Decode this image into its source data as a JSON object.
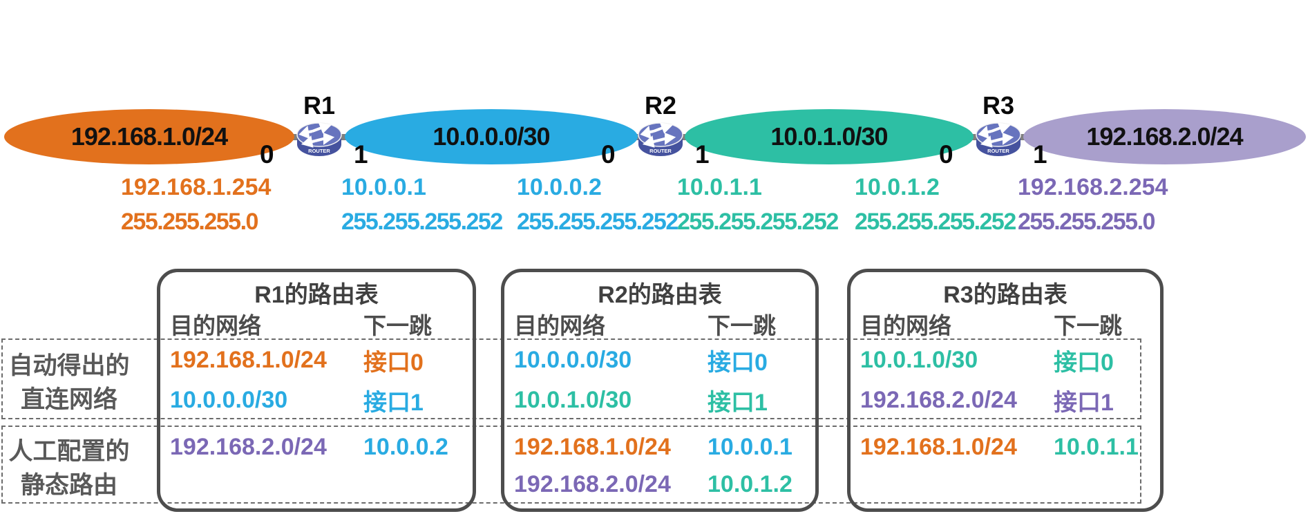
{
  "colors": {
    "orange": "#E2711D",
    "blue": "#29ABE2",
    "teal": "#2DBFA4",
    "purple": "#7B68B5",
    "purple_fill": "#A99FCC",
    "black": "#111111",
    "gray": "#595959"
  },
  "topology": {
    "networks": [
      {
        "label": "192.168.1.0/24",
        "fill": "orange"
      },
      {
        "label": "10.0.0.0/30",
        "fill": "blue"
      },
      {
        "label": "10.0.1.0/30",
        "fill": "teal"
      },
      {
        "label": "192.168.2.0/24",
        "fill": "purple_fill"
      }
    ],
    "routers": [
      {
        "name": "R1",
        "left_if": "0",
        "right_if": "1",
        "icon_label": "ROUTER"
      },
      {
        "name": "R2",
        "left_if": "0",
        "right_if": "1",
        "icon_label": "ROUTER"
      },
      {
        "name": "R3",
        "left_if": "0",
        "right_if": "1",
        "icon_label": "ROUTER"
      }
    ],
    "addresses": [
      {
        "ip": "192.168.1.254",
        "mask": "255.255.255.0",
        "color": "orange"
      },
      {
        "ip": "10.0.0.1",
        "mask": "255.255.255.252",
        "color": "blue"
      },
      {
        "ip": "10.0.0.2",
        "mask": "255.255.255.252",
        "color": "blue"
      },
      {
        "ip": "10.0.1.1",
        "mask": "255.255.255.252",
        "color": "teal"
      },
      {
        "ip": "10.0.1.2",
        "mask": "255.255.255.252",
        "color": "teal"
      },
      {
        "ip": "192.168.2.254",
        "mask": "255.255.255.0",
        "color": "purple"
      }
    ]
  },
  "row_labels": {
    "direct_line1": "自动得出的",
    "direct_line2": "直连网络",
    "static_line1": "人工配置的",
    "static_line2": "静态路由"
  },
  "tables": [
    {
      "title": "R1的路由表",
      "dest_header": "目的网络",
      "hop_header": "下一跳",
      "direct_rows": [
        {
          "dest": "192.168.1.0/24",
          "dest_color": "orange",
          "hop": "接口0",
          "hop_color": "orange"
        },
        {
          "dest": "10.0.0.0/30",
          "dest_color": "blue",
          "hop": "接口1",
          "hop_color": "blue"
        }
      ],
      "static_rows": [
        {
          "dest": "192.168.2.0/24",
          "dest_color": "purple",
          "hop": "10.0.0.2",
          "hop_color": "blue"
        }
      ]
    },
    {
      "title": "R2的路由表",
      "dest_header": "目的网络",
      "hop_header": "下一跳",
      "direct_rows": [
        {
          "dest": "10.0.0.0/30",
          "dest_color": "blue",
          "hop": "接口0",
          "hop_color": "blue"
        },
        {
          "dest": "10.0.1.0/30",
          "dest_color": "teal",
          "hop": "接口1",
          "hop_color": "teal"
        }
      ],
      "static_rows": [
        {
          "dest": "192.168.1.0/24",
          "dest_color": "orange",
          "hop": "10.0.0.1",
          "hop_color": "blue"
        },
        {
          "dest": "192.168.2.0/24",
          "dest_color": "purple",
          "hop": "10.0.1.2",
          "hop_color": "teal"
        }
      ]
    },
    {
      "title": "R3的路由表",
      "dest_header": "目的网络",
      "hop_header": "下一跳",
      "direct_rows": [
        {
          "dest": "10.0.1.0/30",
          "dest_color": "teal",
          "hop": "接口0",
          "hop_color": "teal"
        },
        {
          "dest": "192.168.2.0/24",
          "dest_color": "purple",
          "hop": "接口1",
          "hop_color": "purple"
        }
      ],
      "static_rows": [
        {
          "dest": "192.168.1.0/24",
          "dest_color": "orange",
          "hop": "10.0.1.1",
          "hop_color": "teal"
        }
      ]
    }
  ]
}
